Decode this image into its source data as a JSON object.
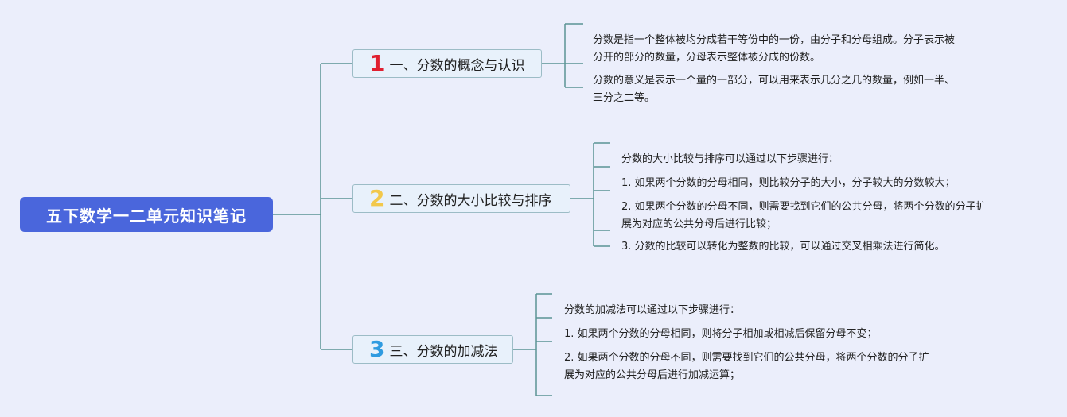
{
  "root": {
    "label": "五下数学一二单元知识笔记",
    "color": "#4a66dc"
  },
  "topics": [
    {
      "number": "1",
      "number_color": "#e02030",
      "label": "一、分数的概念与认识",
      "notes": [
        [
          "分数是指一个整体被均分成若干等份中的一份，由分子和分母组成。分子表示被",
          "分开的部分的数量，分母表示整体被分成的份数。"
        ],
        [
          "分数的意义是表示一个量的一部分，可以用来表示几分之几的数量，例如一半、",
          "三分之二等。"
        ]
      ]
    },
    {
      "number": "2",
      "number_color": "#f2c84b",
      "label": "二、分数的大小比较与排序",
      "notes": [
        [
          "分数的大小比较与排序可以通过以下步骤进行："
        ],
        [
          "1. 如果两个分数的分母相同，则比较分子的大小，分子较大的分数较大；"
        ],
        [
          "2. 如果两个分数的分母不同，则需要找到它们的公共分母，将两个分数的分子扩",
          "展为对应的公共分母后进行比较；"
        ],
        [
          "3. 分数的比较可以转化为整数的比较，可以通过交叉相乘法进行简化。"
        ]
      ]
    },
    {
      "number": "3",
      "number_color": "#2f9be0",
      "label": "三、分数的加减法",
      "notes": [
        [
          "分数的加减法可以通过以下步骤进行："
        ],
        [
          "1. 如果两个分数的分母相同，则将分子相加或相减后保留分母不变；"
        ],
        [
          "2. 如果两个分数的分母不同，则需要找到它们的公共分母，将两个分数的分子扩",
          "展为对应的公共分母后进行加减运算；"
        ]
      ]
    }
  ],
  "connector_color": "#5b9494"
}
